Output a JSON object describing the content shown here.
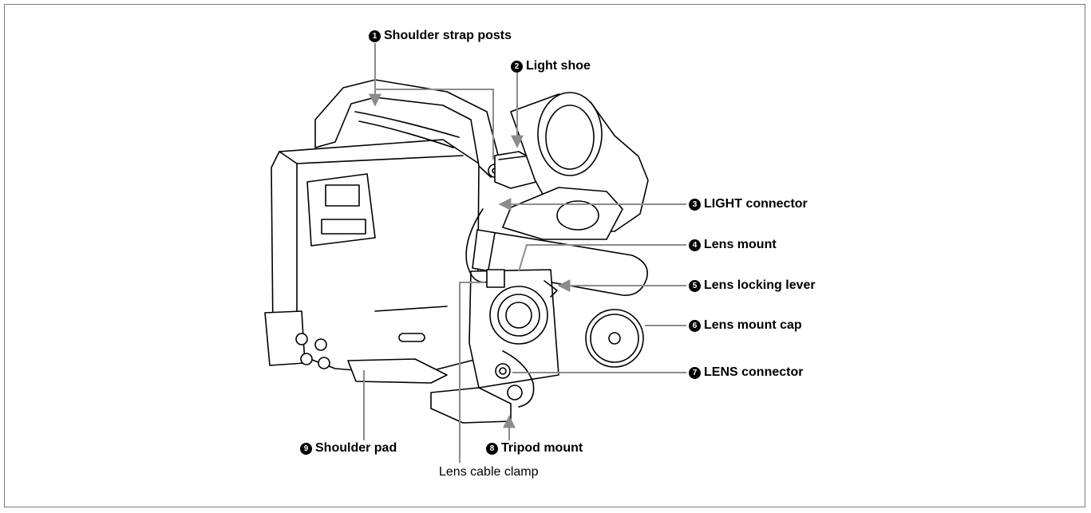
{
  "callouts": [
    {
      "num": "1",
      "label": "Shoulder strap posts"
    },
    {
      "num": "2",
      "label": "Light shoe"
    },
    {
      "num": "3",
      "label": "LIGHT connector"
    },
    {
      "num": "4",
      "label": "Lens mount"
    },
    {
      "num": "5",
      "label": "Lens locking lever"
    },
    {
      "num": "6",
      "label": "Lens mount cap"
    },
    {
      "num": "7",
      "label": "LENS connector"
    },
    {
      "num": "8",
      "label": "Tripod mount"
    },
    {
      "num": "9",
      "label": "Shoulder pad"
    }
  ],
  "unnumbered_label": "Lens cable clamp",
  "colors": {
    "leader": "#8c8c8c",
    "ink": "#000000",
    "frame": "#7a7a7a"
  }
}
